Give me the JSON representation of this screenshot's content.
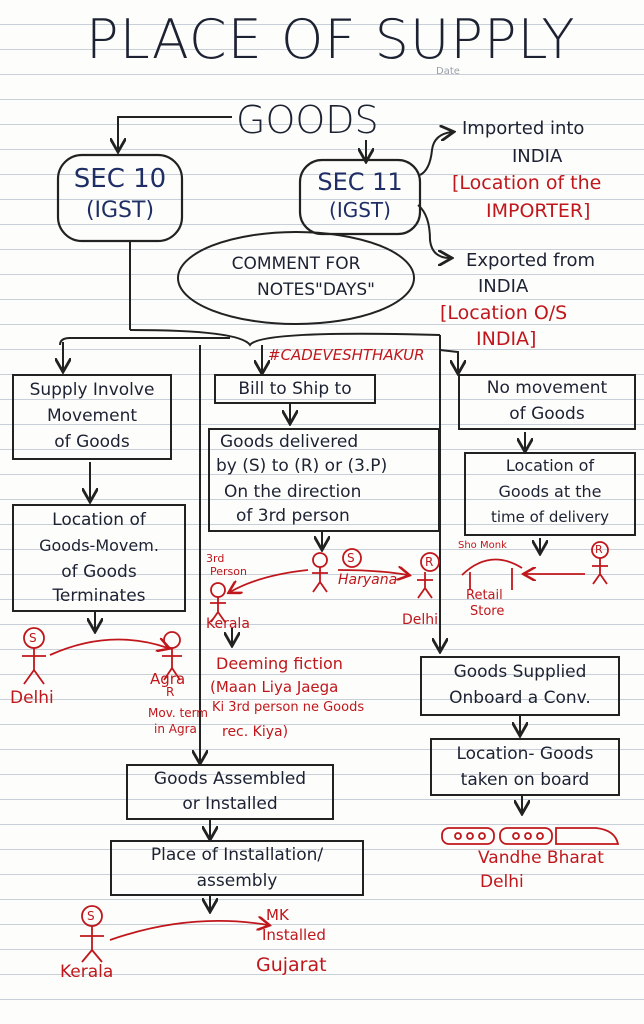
{
  "title": "PLACE OF SUPPLY",
  "header_faint": "Date",
  "goods": "GOODS",
  "sec10": {
    "line1": "SEC 10",
    "line2": "(IGST)"
  },
  "sec11": {
    "line1": "SEC 11",
    "line2": "(IGST)"
  },
  "imported": {
    "line1": "Imported into",
    "line2": "INDIA",
    "line3": "[Location of the",
    "line4": "IMPORTER]"
  },
  "exported": {
    "line1": "Exported from",
    "line2": "INDIA",
    "line3": "[Location O/S",
    "line4": "INDIA]"
  },
  "comment": {
    "line1": "COMMENT FOR",
    "line2": "NOTES\"DAYS\""
  },
  "hashtag": "#CADEVESHTHAKUR",
  "col1": {
    "box1": [
      "Supply Involve",
      "Movement",
      "of Goods"
    ],
    "box2": [
      "Location of",
      "Goods-Movem.",
      "of Goods",
      "Terminates"
    ],
    "s_label": "S",
    "r_label": "R",
    "from": "Delhi",
    "to": "Agra",
    "note": [
      "Mov. term",
      "in Agra"
    ]
  },
  "col2": {
    "box1": "Bill to Ship to",
    "box2": [
      "Goods delivered",
      "by (S) to (R) or (3.P)",
      "On the direction",
      "of 3rd person"
    ],
    "third": [
      "3rd",
      "Person"
    ],
    "s_label": "S",
    "r_label": "R",
    "haryana": "Haryana",
    "kerala": "Kerala",
    "delhi": "Delhi",
    "deeming": [
      "Deeming fiction",
      "(Maan Liya Jaega",
      "Ki 3rd person ne Goods",
      "rec. Kiya)"
    ]
  },
  "col3": {
    "box1": [
      "No movement",
      "of Goods"
    ],
    "box2": [
      "Location of",
      "Goods at the",
      "time of delivery"
    ],
    "store": [
      "Retail",
      "Store"
    ],
    "sign": "Sho Monk",
    "r_label": "R"
  },
  "onboard": {
    "box1": [
      "Goods Supplied",
      "Onboard a Conv."
    ],
    "box2": [
      "Location- Goods",
      "taken on board"
    ],
    "train": "Vandhe Bharat",
    "city": "Delhi"
  },
  "assembled": {
    "box1": [
      "Goods Assembled",
      "or Installed"
    ],
    "box2": [
      "Place of Installation/",
      "assembly"
    ],
    "s_label": "S",
    "from": "Kerala",
    "mk": [
      "MK",
      "Installed"
    ],
    "to": "Gujarat"
  }
}
